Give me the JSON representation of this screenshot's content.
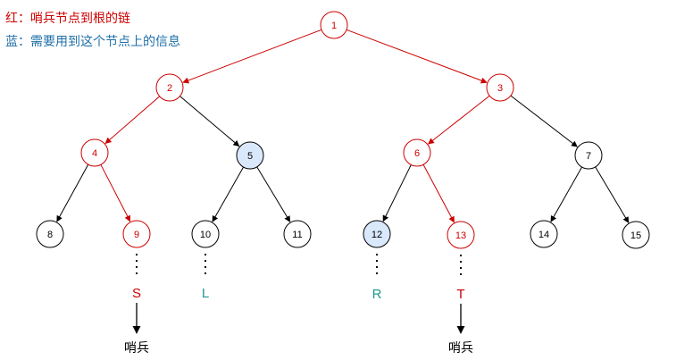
{
  "legend": {
    "red": "红：哨兵节点到根的链",
    "blue": "蓝：需要用到这个节点上的信息"
  },
  "colors": {
    "red": "#cc0000",
    "blue_fill": "#dae8fc",
    "black": "#000000",
    "teal": "#1a9a8a",
    "legend_blue": "#1f6fa8"
  },
  "nodes": [
    {
      "id": "1",
      "label": "1",
      "style": "red"
    },
    {
      "id": "2",
      "label": "2",
      "style": "red"
    },
    {
      "id": "3",
      "label": "3",
      "style": "red"
    },
    {
      "id": "4",
      "label": "4",
      "style": "red"
    },
    {
      "id": "5",
      "label": "5",
      "style": "blue"
    },
    {
      "id": "6",
      "label": "6",
      "style": "red"
    },
    {
      "id": "7",
      "label": "7",
      "style": "black"
    },
    {
      "id": "8",
      "label": "8",
      "style": "black"
    },
    {
      "id": "9",
      "label": "9",
      "style": "red"
    },
    {
      "id": "10",
      "label": "10",
      "style": "black"
    },
    {
      "id": "11",
      "label": "11",
      "style": "black"
    },
    {
      "id": "12",
      "label": "12",
      "style": "blue"
    },
    {
      "id": "13",
      "label": "13",
      "style": "red"
    },
    {
      "id": "14",
      "label": "14",
      "style": "black"
    },
    {
      "id": "15",
      "label": "15",
      "style": "black"
    }
  ],
  "edges": [
    {
      "from": "1",
      "to": "2",
      "style": "red"
    },
    {
      "from": "1",
      "to": "3",
      "style": "red"
    },
    {
      "from": "2",
      "to": "4",
      "style": "red"
    },
    {
      "from": "2",
      "to": "5",
      "style": "black"
    },
    {
      "from": "3",
      "to": "6",
      "style": "red"
    },
    {
      "from": "3",
      "to": "7",
      "style": "black"
    },
    {
      "from": "4",
      "to": "8",
      "style": "black"
    },
    {
      "from": "4",
      "to": "9",
      "style": "red"
    },
    {
      "from": "5",
      "to": "10",
      "style": "black"
    },
    {
      "from": "5",
      "to": "11",
      "style": "black"
    },
    {
      "from": "6",
      "to": "12",
      "style": "black"
    },
    {
      "from": "6",
      "to": "13",
      "style": "red"
    },
    {
      "from": "7",
      "to": "14",
      "style": "black"
    },
    {
      "from": "7",
      "to": "15",
      "style": "black"
    }
  ],
  "markers": [
    {
      "id": "S",
      "label": "S",
      "under": "9",
      "color": "red"
    },
    {
      "id": "L",
      "label": "L",
      "under": "10",
      "color": "teal"
    },
    {
      "id": "R",
      "label": "R",
      "under": "12",
      "color": "teal"
    },
    {
      "id": "T",
      "label": "T",
      "under": "13",
      "color": "red"
    }
  ],
  "sentinels": [
    {
      "under": "S",
      "label": "哨兵"
    },
    {
      "under": "T",
      "label": "哨兵"
    }
  ]
}
